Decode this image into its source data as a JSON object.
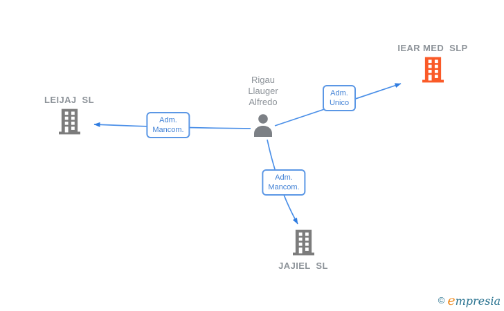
{
  "diagram": {
    "person": {
      "name_lines": [
        "Rigau",
        "Llauger",
        "Alfredo"
      ]
    },
    "companies": [
      {
        "id": "leijaj",
        "name": "LEIJAJ  SL",
        "color": "#7c7c7c"
      },
      {
        "id": "iear",
        "name": "IEAR MED  SLP",
        "color": "#fa5a28"
      },
      {
        "id": "jajiel",
        "name": "JAJIEL  SL",
        "color": "#7c7c7c"
      }
    ],
    "edges": [
      {
        "from": "person",
        "to": "leijaj",
        "label_lines": [
          "Adm.",
          "Mancom."
        ]
      },
      {
        "from": "person",
        "to": "iear",
        "label_lines": [
          "Adm.",
          "Unico"
        ]
      },
      {
        "from": "person",
        "to": "jajiel",
        "label_lines": [
          "Adm.",
          "Mancom."
        ]
      }
    ]
  },
  "colors": {
    "edge": "#4a8fe8",
    "arrow": "#2f7ce0",
    "badge_border": "#5b97e5",
    "badge_text": "#4181d5",
    "node_text": "#8d9399",
    "person_icon": "#7c8085",
    "brand_teal": "#25708e",
    "brand_orange": "#ee8a1e"
  },
  "footer": {
    "copyright": "©",
    "brand_initial": "e",
    "brand_rest": "mpresia"
  }
}
